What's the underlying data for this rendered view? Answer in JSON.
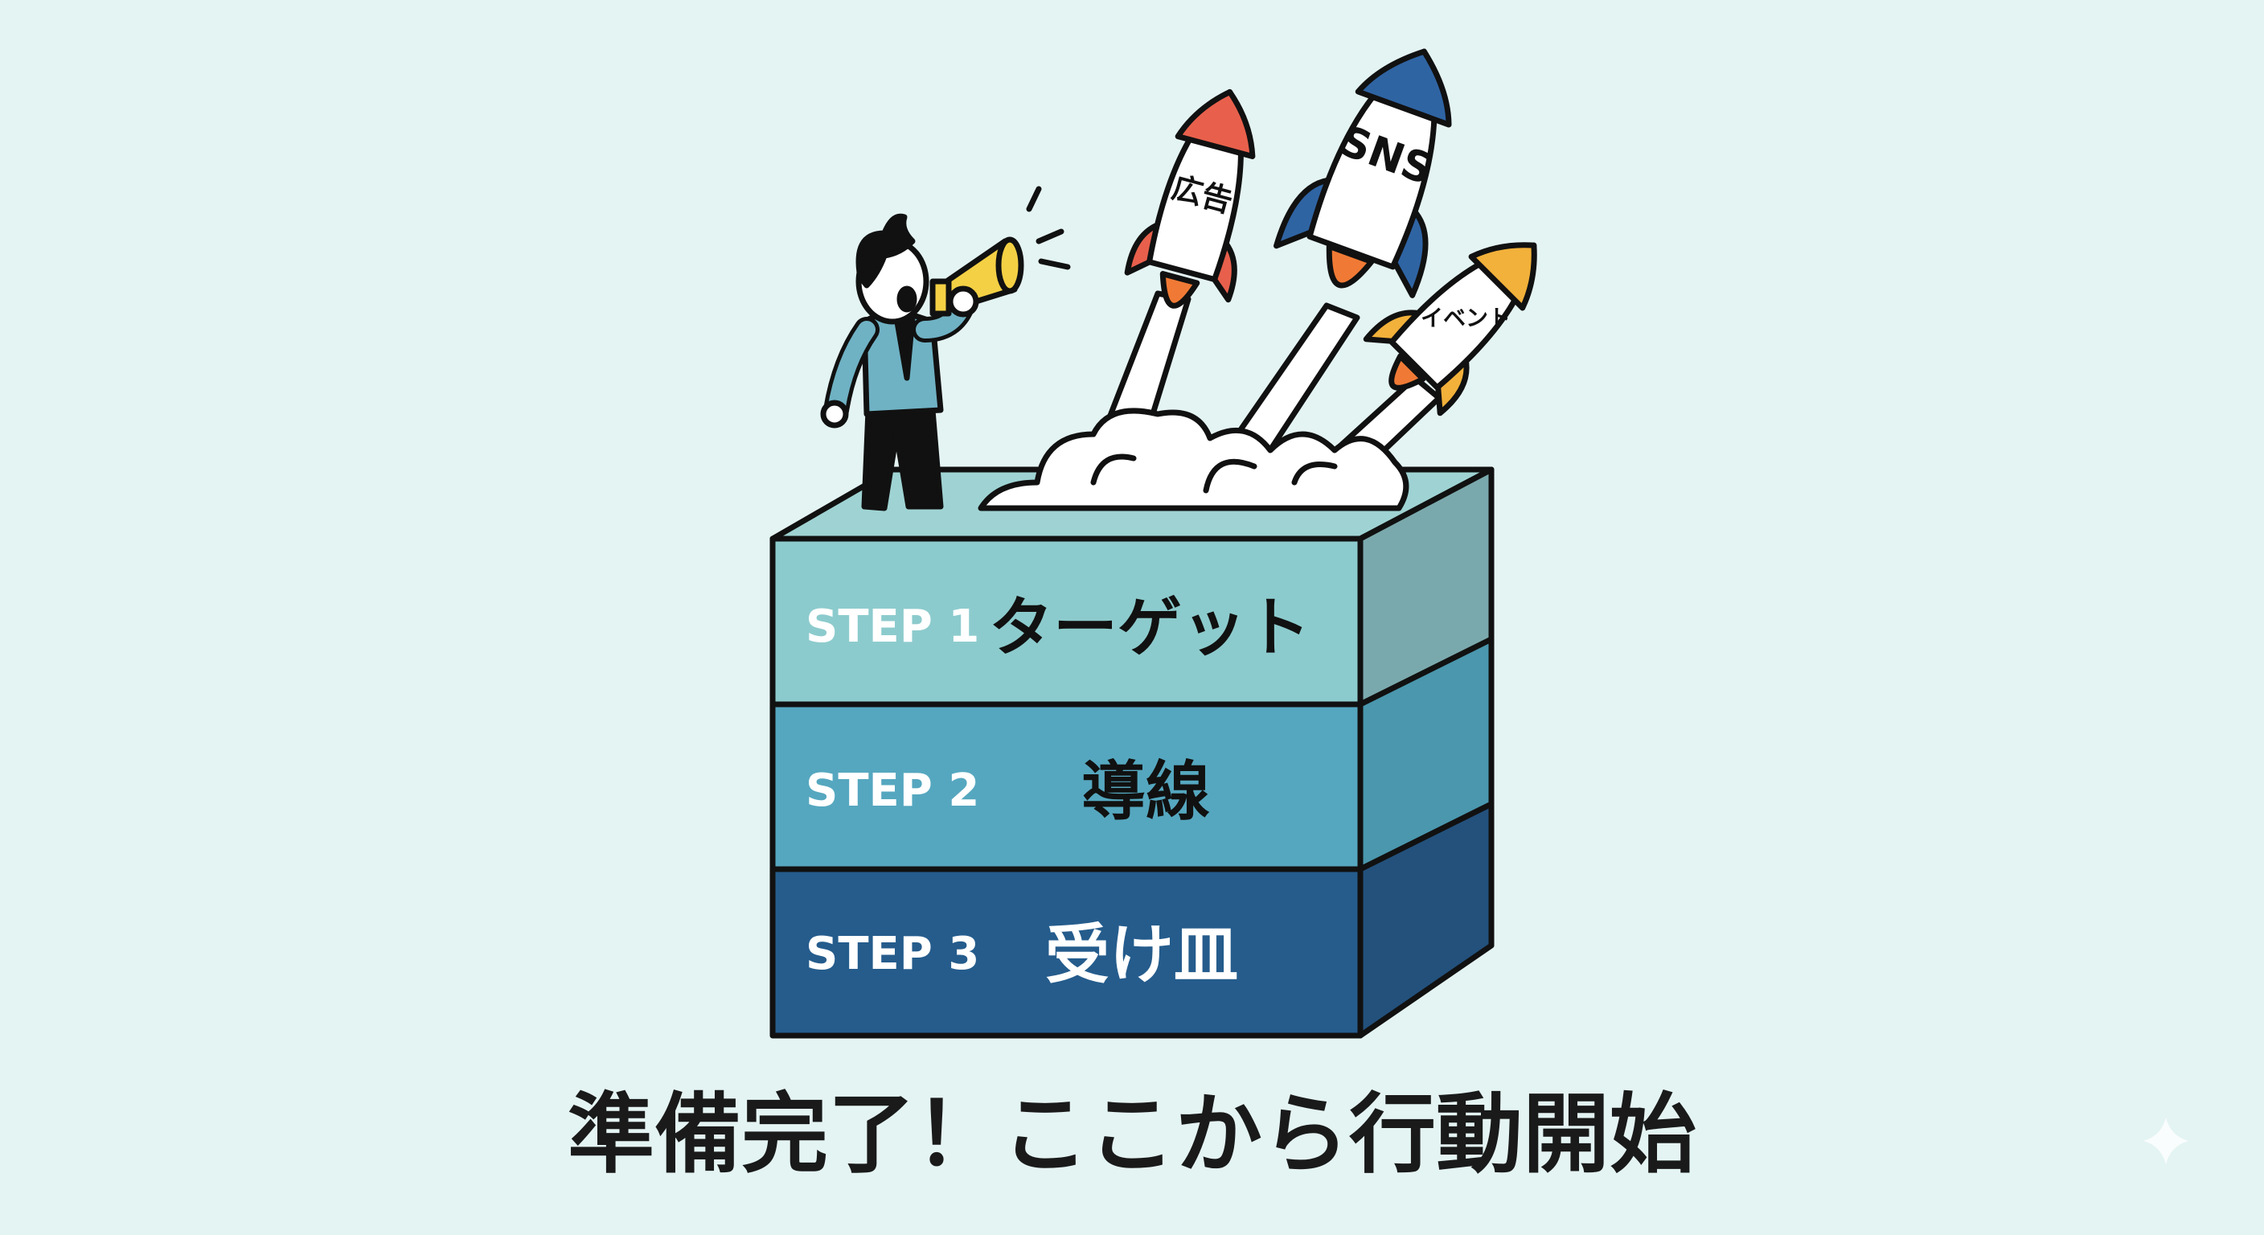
{
  "colors": {
    "background": "#e4f4f3",
    "step1": "#8ccbcd",
    "step2": "#55a7bf",
    "step3": "#255c8c",
    "rocket_ad": "#e8604c",
    "rocket_sns": "#2f64a3",
    "rocket_event": "#f2b13a",
    "megaphone": "#f4d044"
  },
  "steps": [
    {
      "label": "STEP 1",
      "text": "ターゲット"
    },
    {
      "label": "STEP 2",
      "text": "導線"
    },
    {
      "label": "STEP 3",
      "text": "受け皿"
    }
  ],
  "rockets": [
    {
      "label": "広告"
    },
    {
      "label": "SNS"
    },
    {
      "label": "イベント"
    }
  ],
  "title": "準備完了！ここから行動開始",
  "icons": {
    "watermark": "sparkle-icon"
  }
}
